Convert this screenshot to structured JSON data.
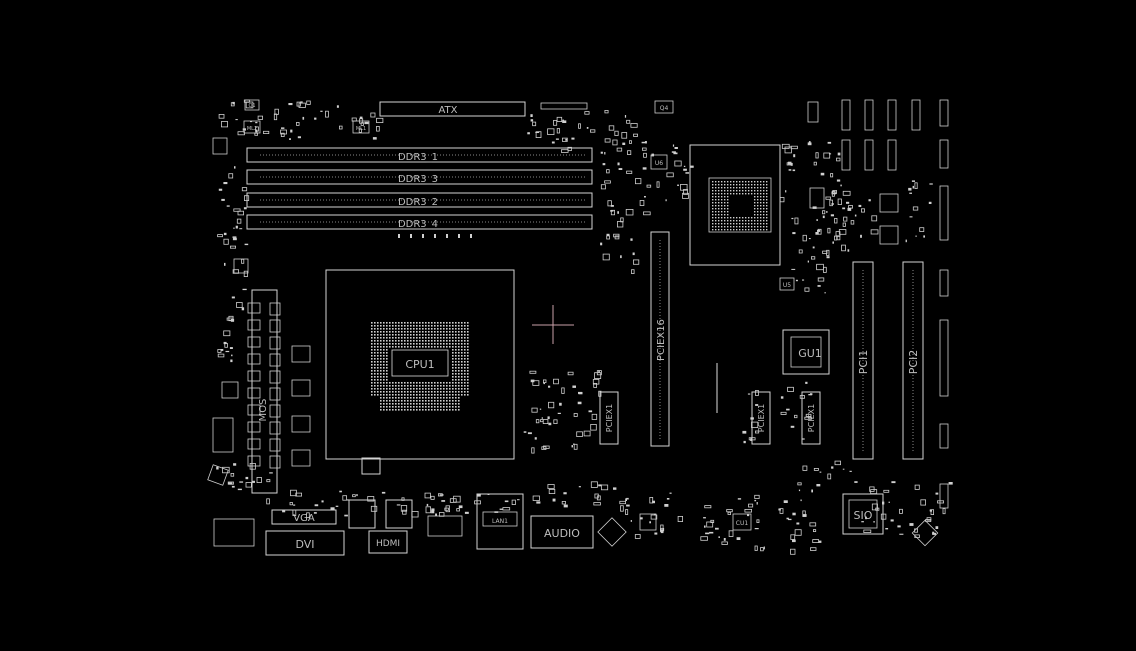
{
  "labels": {
    "atx": "ATX",
    "ddr1": "DDR3_1",
    "ddr2": "DDR3_3",
    "ddr3": "DDR3_2",
    "ddr4": "DDR3_4",
    "cpu": "CPU1",
    "pcie16": "PCIEX16",
    "pcix1a": "PCIEX1",
    "pcix1b": "PCIEX1",
    "pcix1c": "PCIEX1",
    "pci1": "PCI1",
    "pci2": "PCI2",
    "gu1": "GU1",
    "sio": "SIO",
    "audio": "AUDIO",
    "vga": "VGA",
    "dvi": "DVI",
    "hdmi": "HDMI",
    "cu1": "CU1",
    "u6": "U6",
    "u5": "U5",
    "q4": "Q4",
    "q1": "Q1",
    "ml2": "ML2",
    "ml1": "ML1",
    "lan1": "LAN1",
    "mos": "MOS"
  }
}
